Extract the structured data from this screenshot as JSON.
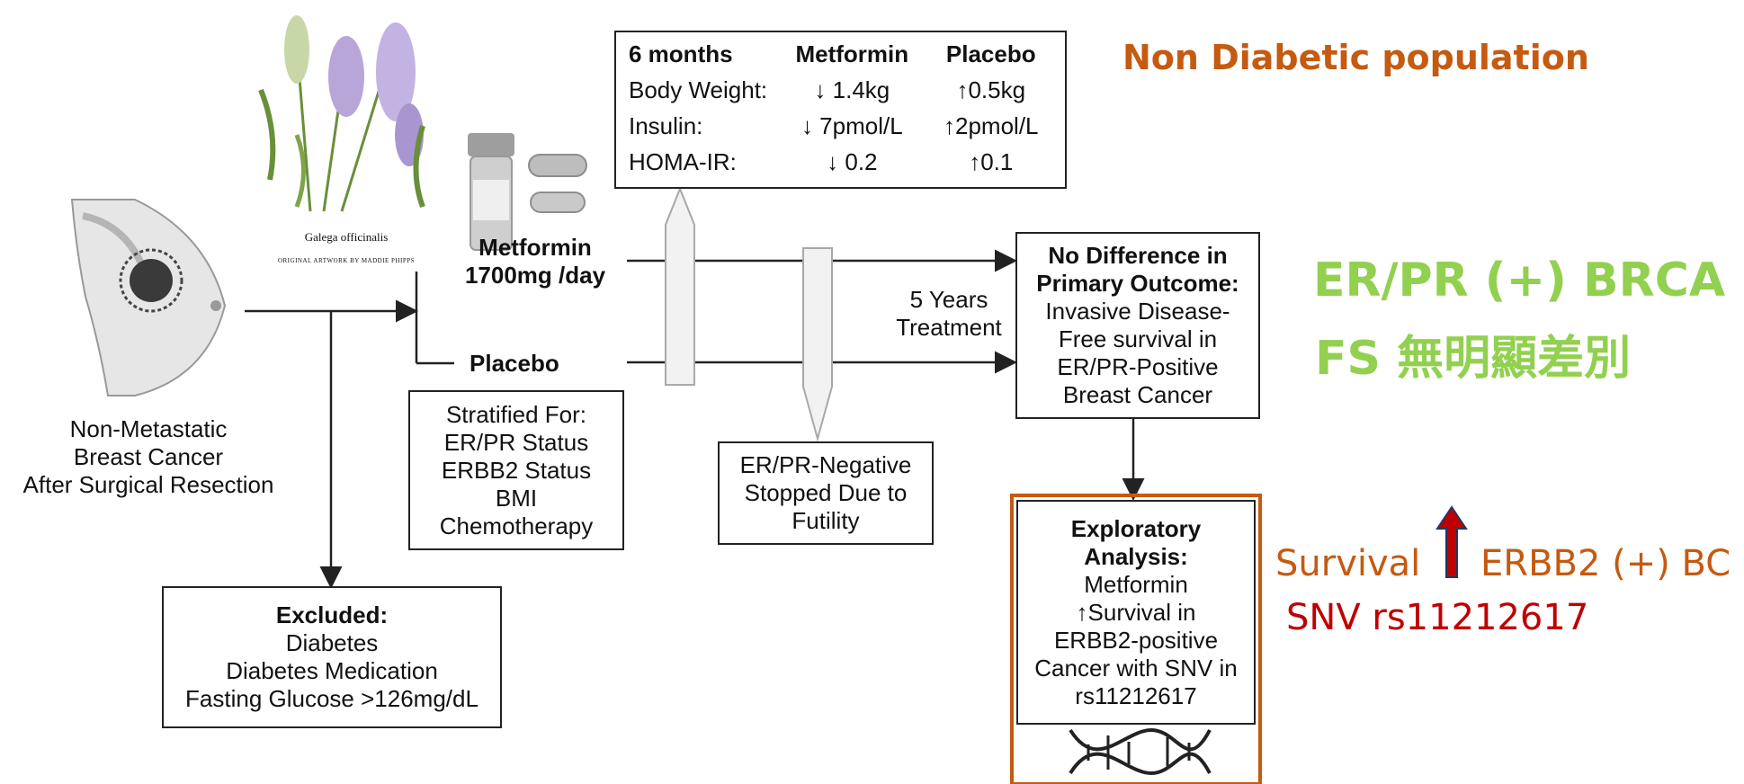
{
  "plant": {
    "caption": "Galega officinalis",
    "credit": "ORIGINAL ARTWORK BY MADDIE PHIPPS"
  },
  "population_label": "Non-Metastatic\nBreast Cancer\nAfter Surgical Resection",
  "excluded": {
    "title": "Excluded:",
    "lines": [
      "Diabetes",
      "Diabetes Medication",
      "Fasting Glucose >126mg/dL"
    ]
  },
  "arms": {
    "metformin": "Metformin\n1700mg /day",
    "placebo": "Placebo"
  },
  "stratified": {
    "lines": [
      "Stratified For:",
      "ER/PR Status",
      "ERBB2 Status",
      "BMI",
      "Chemotherapy"
    ]
  },
  "results_table": {
    "headers": [
      "6 months",
      "Metformin",
      "Placebo"
    ],
    "rows": [
      [
        "Body Weight:",
        "↓ 1.4kg",
        "↑0.5kg"
      ],
      [
        "Insulin:",
        "↓ 7pmol/L",
        "↑2pmol/L"
      ],
      [
        "HOMA-IR:",
        "↓ 0.2",
        "↑0.1"
      ]
    ]
  },
  "treatment_label": "5 Years\nTreatment",
  "futility_box": "ER/PR-Negative\nStopped Due to\nFutility",
  "primary_outcome": {
    "title": "No Difference in\nPrimary Outcome:",
    "body": "Invasive Disease-\nFree survival in\nER/PR-Positive\nBreast Cancer"
  },
  "exploratory": {
    "title": "Exploratory\nAnalysis:",
    "body": "Metformin\n↑Survival in\nERBB2-positive\nCancer with SNV in\nrs11212617"
  },
  "notes": {
    "population": "Non Diabetic population",
    "er_pr_line1": "ER/PR (+) BRCA",
    "er_pr_line2": "FS 無明顯差別",
    "survival_pre": "Survival",
    "survival_post": "ERBB2 (+) BC",
    "snv": "SNV rs11212617"
  },
  "colors": {
    "orange_note": "#c55a11",
    "green_note": "#92d050",
    "red_note": "#c00000",
    "frame_orange": "#c55a11",
    "line": "#222222"
  },
  "icons": [
    "breast-illustration-icon",
    "pill-bottle-icon",
    "capsule-icon",
    "dna-helix-icon",
    "up-arrow-icon"
  ]
}
